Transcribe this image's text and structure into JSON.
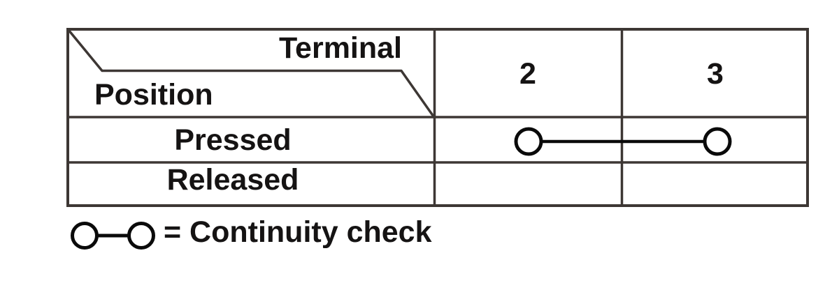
{
  "colors": {
    "table_line": "#3d3734",
    "symbol": "#0a0a0a",
    "text": "#151313",
    "background": "#ffffff"
  },
  "table": {
    "header": {
      "terminal_label": "Terminal",
      "position_label": "Position",
      "terminal_columns": [
        "2",
        "3"
      ]
    },
    "rows": [
      {
        "position": "Pressed",
        "continuity_between": [
          "2",
          "3"
        ]
      },
      {
        "position": "Released",
        "continuity_between": []
      }
    ]
  },
  "legend": {
    "symbol": "circle-line-circle",
    "label": "= Continuity check"
  }
}
